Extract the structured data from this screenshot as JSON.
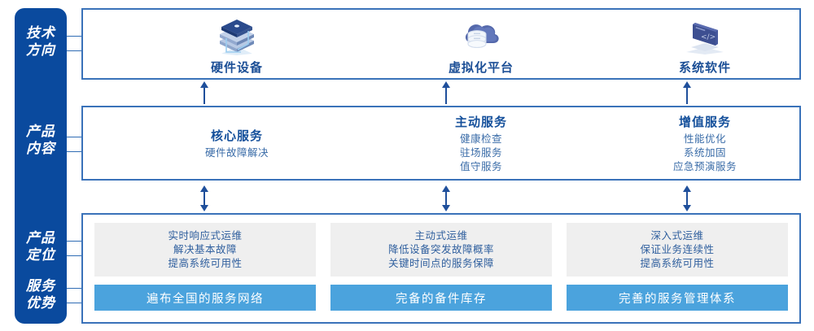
{
  "rail": {
    "items": [
      {
        "name": "tech-direction",
        "line1": "技术",
        "line2": "方向"
      },
      {
        "name": "product-content",
        "line1": "产品",
        "line2": "内容"
      },
      {
        "name": "product-position",
        "line1": "产品",
        "line2": "定位"
      },
      {
        "name": "service-advantage",
        "line1": "服务",
        "line2": "优势"
      }
    ]
  },
  "tech": {
    "columns": [
      {
        "icon": "server-stack-icon",
        "label": "硬件设备"
      },
      {
        "icon": "cloud-database-icon",
        "label": "虚拟化平台"
      },
      {
        "icon": "code-window-icon",
        "label": "系统软件"
      }
    ]
  },
  "content": {
    "columns": [
      {
        "heading": "核心服务",
        "items": [
          "硬件故障解决"
        ]
      },
      {
        "heading": "主动服务",
        "items": [
          "健康检查",
          "驻场服务",
          "值守服务"
        ]
      },
      {
        "heading": "增值服务",
        "items": [
          "性能优化",
          "系统加固",
          "应急预演服务"
        ]
      }
    ]
  },
  "position": {
    "columns": [
      {
        "lines": [
          "实时响应式运维",
          "解决基本故障",
          "提高系统可用性"
        ],
        "button": "遍布全国的服务网络"
      },
      {
        "lines": [
          "主动式运维",
          "降低设备突发故障概率",
          "关键时间点的服务保障"
        ],
        "button": "完备的备件库存"
      },
      {
        "lines": [
          "深入式运维",
          "保证业务连续性",
          "提高系统可用性"
        ],
        "button": "完善的服务管理体系"
      }
    ]
  },
  "colors": {
    "rail_bg": "#0a4a9e",
    "panel_border": "#3a72b9",
    "heading_blue": "#15509b",
    "body_blue": "#3a6ca8",
    "grey_box": "#efefef",
    "button_blue": "#4ba3dd",
    "arrow_blue": "#1f4f9b",
    "connector": "#2f6cb4"
  }
}
